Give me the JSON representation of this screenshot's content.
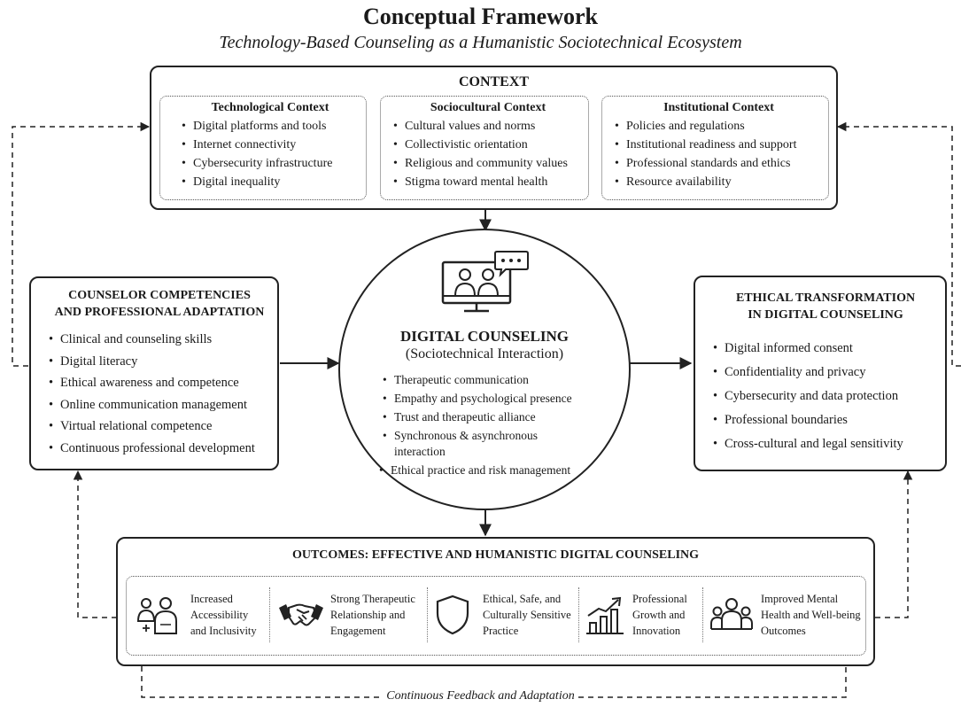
{
  "title": "Conceptual Framework",
  "subtitle": "Technology-Based Counseling as a Humanistic Sociotechnical Ecosystem",
  "context": {
    "heading": "CONTEXT",
    "technological": {
      "heading": "Technological Context",
      "items": [
        "Digital platforms and tools",
        "Internet connectivity",
        "Cybersecurity infrastructure",
        "Digital inequality"
      ]
    },
    "sociocultural": {
      "heading": "Sociocultural Context",
      "items": [
        "Cultural values and norms",
        "Collectivistic orientation",
        "Religious and community values",
        "Stigma toward mental health"
      ]
    },
    "institutional": {
      "heading": "Institutional Context",
      "items": [
        "Policies and regulations",
        "Institutional readiness and support",
        "Professional standards and ethics",
        "Resource availability"
      ]
    }
  },
  "competencies": {
    "heading_line1": "COUNSELOR COMPETENCIES",
    "heading_line2": "AND PROFESSIONAL ADAPTATION",
    "items": [
      "Clinical and counseling skills",
      "Digital literacy",
      "Ethical awareness and competence",
      "Online communication management",
      "Virtual relational competence",
      "Continuous professional development"
    ]
  },
  "digital": {
    "heading": "DIGITAL COUNSELING",
    "subheading": "(Sociotechnical Interaction)",
    "items": [
      "Therapeutic communication",
      "Empathy and psychological presence",
      "Trust and therapeutic alliance",
      "Synchronous & asynchronous interaction",
      "Ethical practice and risk management"
    ]
  },
  "ethical": {
    "heading_line1": "ETHICAL TRANSFORMATION",
    "heading_line2": "IN DIGITAL COUNSELING",
    "items": [
      "Digital informed consent",
      "Confidentiality and privacy",
      "Cybersecurity and data protection",
      "Professional boundaries",
      "Cross-cultural and legal sensitivity"
    ]
  },
  "outcomes": {
    "heading": "OUTCOMES: EFFECTIVE AND HUMANISTIC DIGITAL COUNSELING",
    "items": [
      {
        "icon": "accessibility-people-icon",
        "text": "Increased Accessibility and Inclusivity"
      },
      {
        "icon": "handshake-icon",
        "text": "Strong Therapeutic Relationship and Engagement"
      },
      {
        "icon": "shield-icon",
        "text": "Ethical, Safe, and Culturally Sensitive Practice"
      },
      {
        "icon": "growth-chart-icon",
        "text": "Professional Growth and Innovation"
      },
      {
        "icon": "group-icon",
        "text": "Improved Mental Health and Well-being Outcomes"
      }
    ]
  },
  "feedback_label": "Continuous Feedback and Adaptation"
}
